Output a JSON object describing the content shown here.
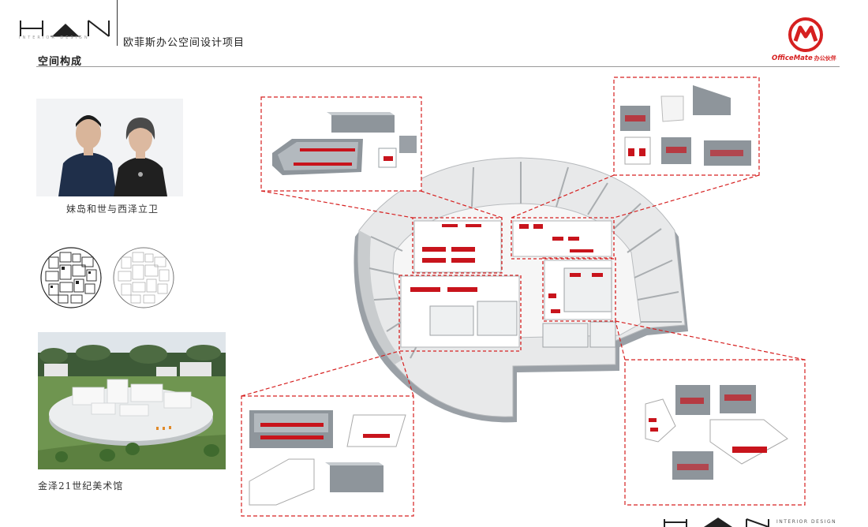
{
  "header": {
    "logo_text": "HAN",
    "logo_subtitle": "INTERIOR DESIGN",
    "project_title": "欧菲斯办公空间设计项目",
    "section_title": "空间构成"
  },
  "brand": {
    "name": "OfficeMate",
    "tagline": "办公伙伴",
    "accent_color": "#d62020"
  },
  "left_column": {
    "architects_caption": "妹岛和世与西泽立卫",
    "museum_caption": "金泽21世纪美术馆"
  },
  "footer": {
    "logo_text": "HAN",
    "subtitle": "INTERIOR DESIGN"
  },
  "colors": {
    "furniture_red": "#c8141c",
    "dashed_red": "#d62020",
    "wall_gray": "#9aa0a6"
  }
}
